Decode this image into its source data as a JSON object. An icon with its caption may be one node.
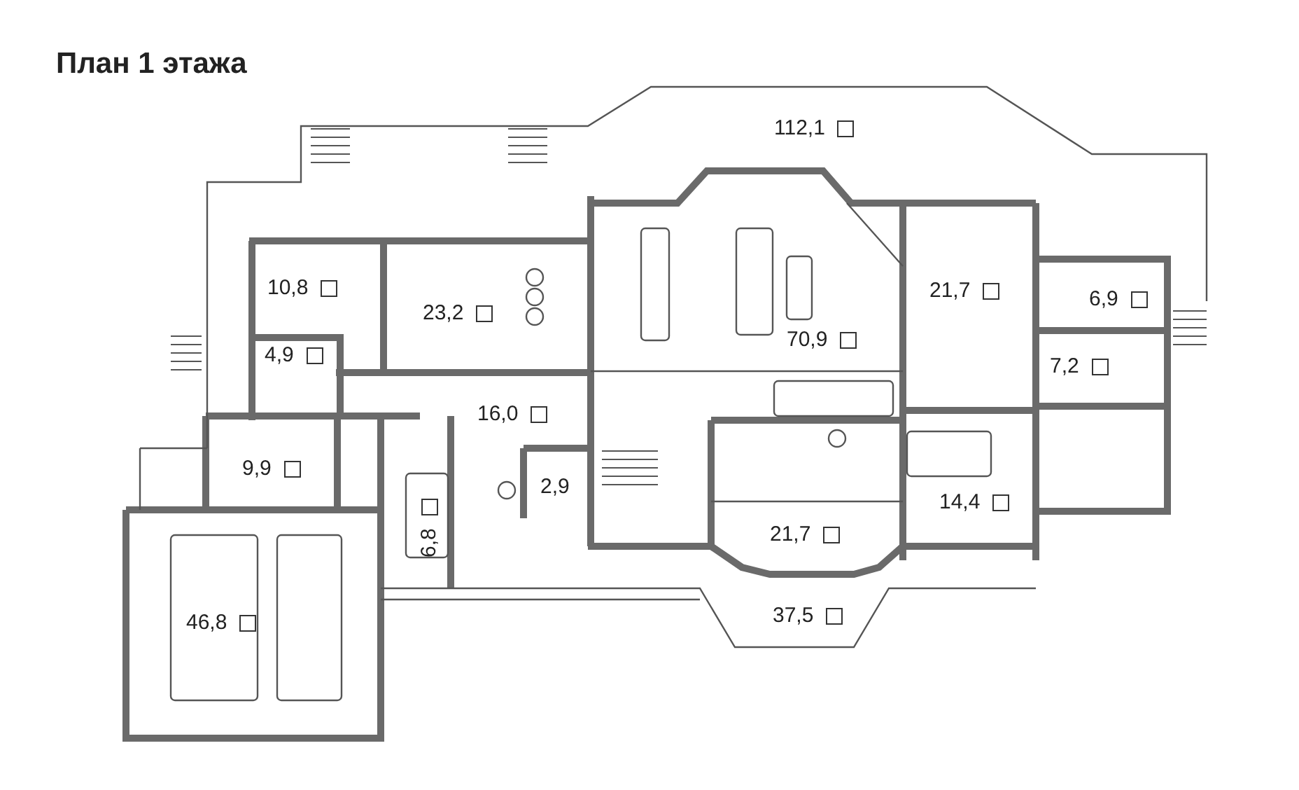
{
  "diagram": {
    "title": "План 1 этажа",
    "labels": [
      "112,1",
      "10,8",
      "23,2",
      "21,7",
      "6,9",
      "70,9",
      "4,9",
      "7,2",
      "16,0",
      "9,9",
      "2,9",
      "14,4",
      "6,8",
      "21,7",
      "37,5",
      "46,8"
    ]
  }
}
